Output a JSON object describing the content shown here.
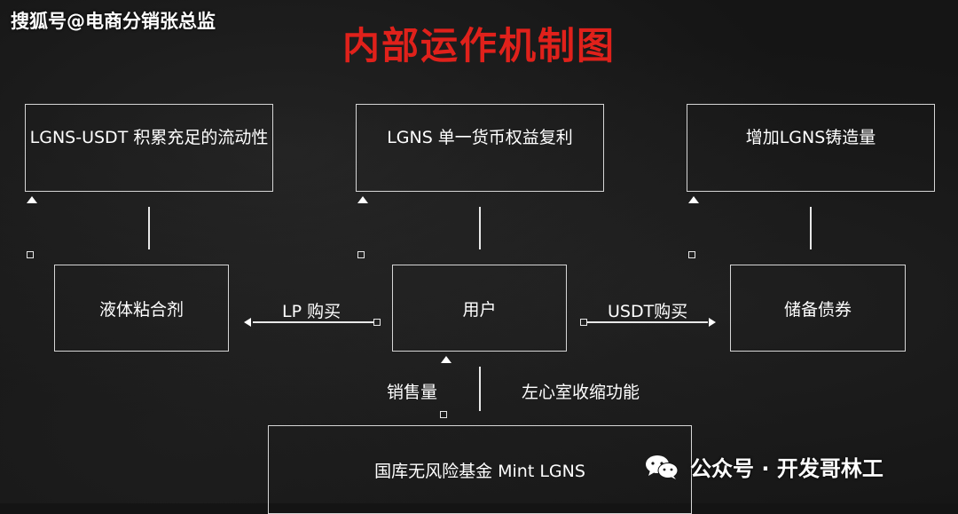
{
  "watermark_top": "搜狐号@电商分销张总监",
  "title": "内部运作机制图",
  "boxes": {
    "liquidity": "LGNS-USDT 积累充足的流动性",
    "compound": "LGNS 单一货币权益复利",
    "mint_increase": "增加LGNS铸造量",
    "liquid_binder": "液体粘合剂",
    "user": "用户",
    "reserve_bonds": "储备债券",
    "treasury": "国库无风险基金 Mint LGNS"
  },
  "labels": {
    "lp_buy": "LP 购买",
    "usdt_buy": "USDT购买",
    "sales_volume": "销售量",
    "left_ventricle": "左心室收缩功能"
  },
  "watermark_bottom": "公众号 · 开发哥林工",
  "colors": {
    "title": "#e0211b",
    "background": "#141414",
    "line": "#e8e8e8"
  }
}
